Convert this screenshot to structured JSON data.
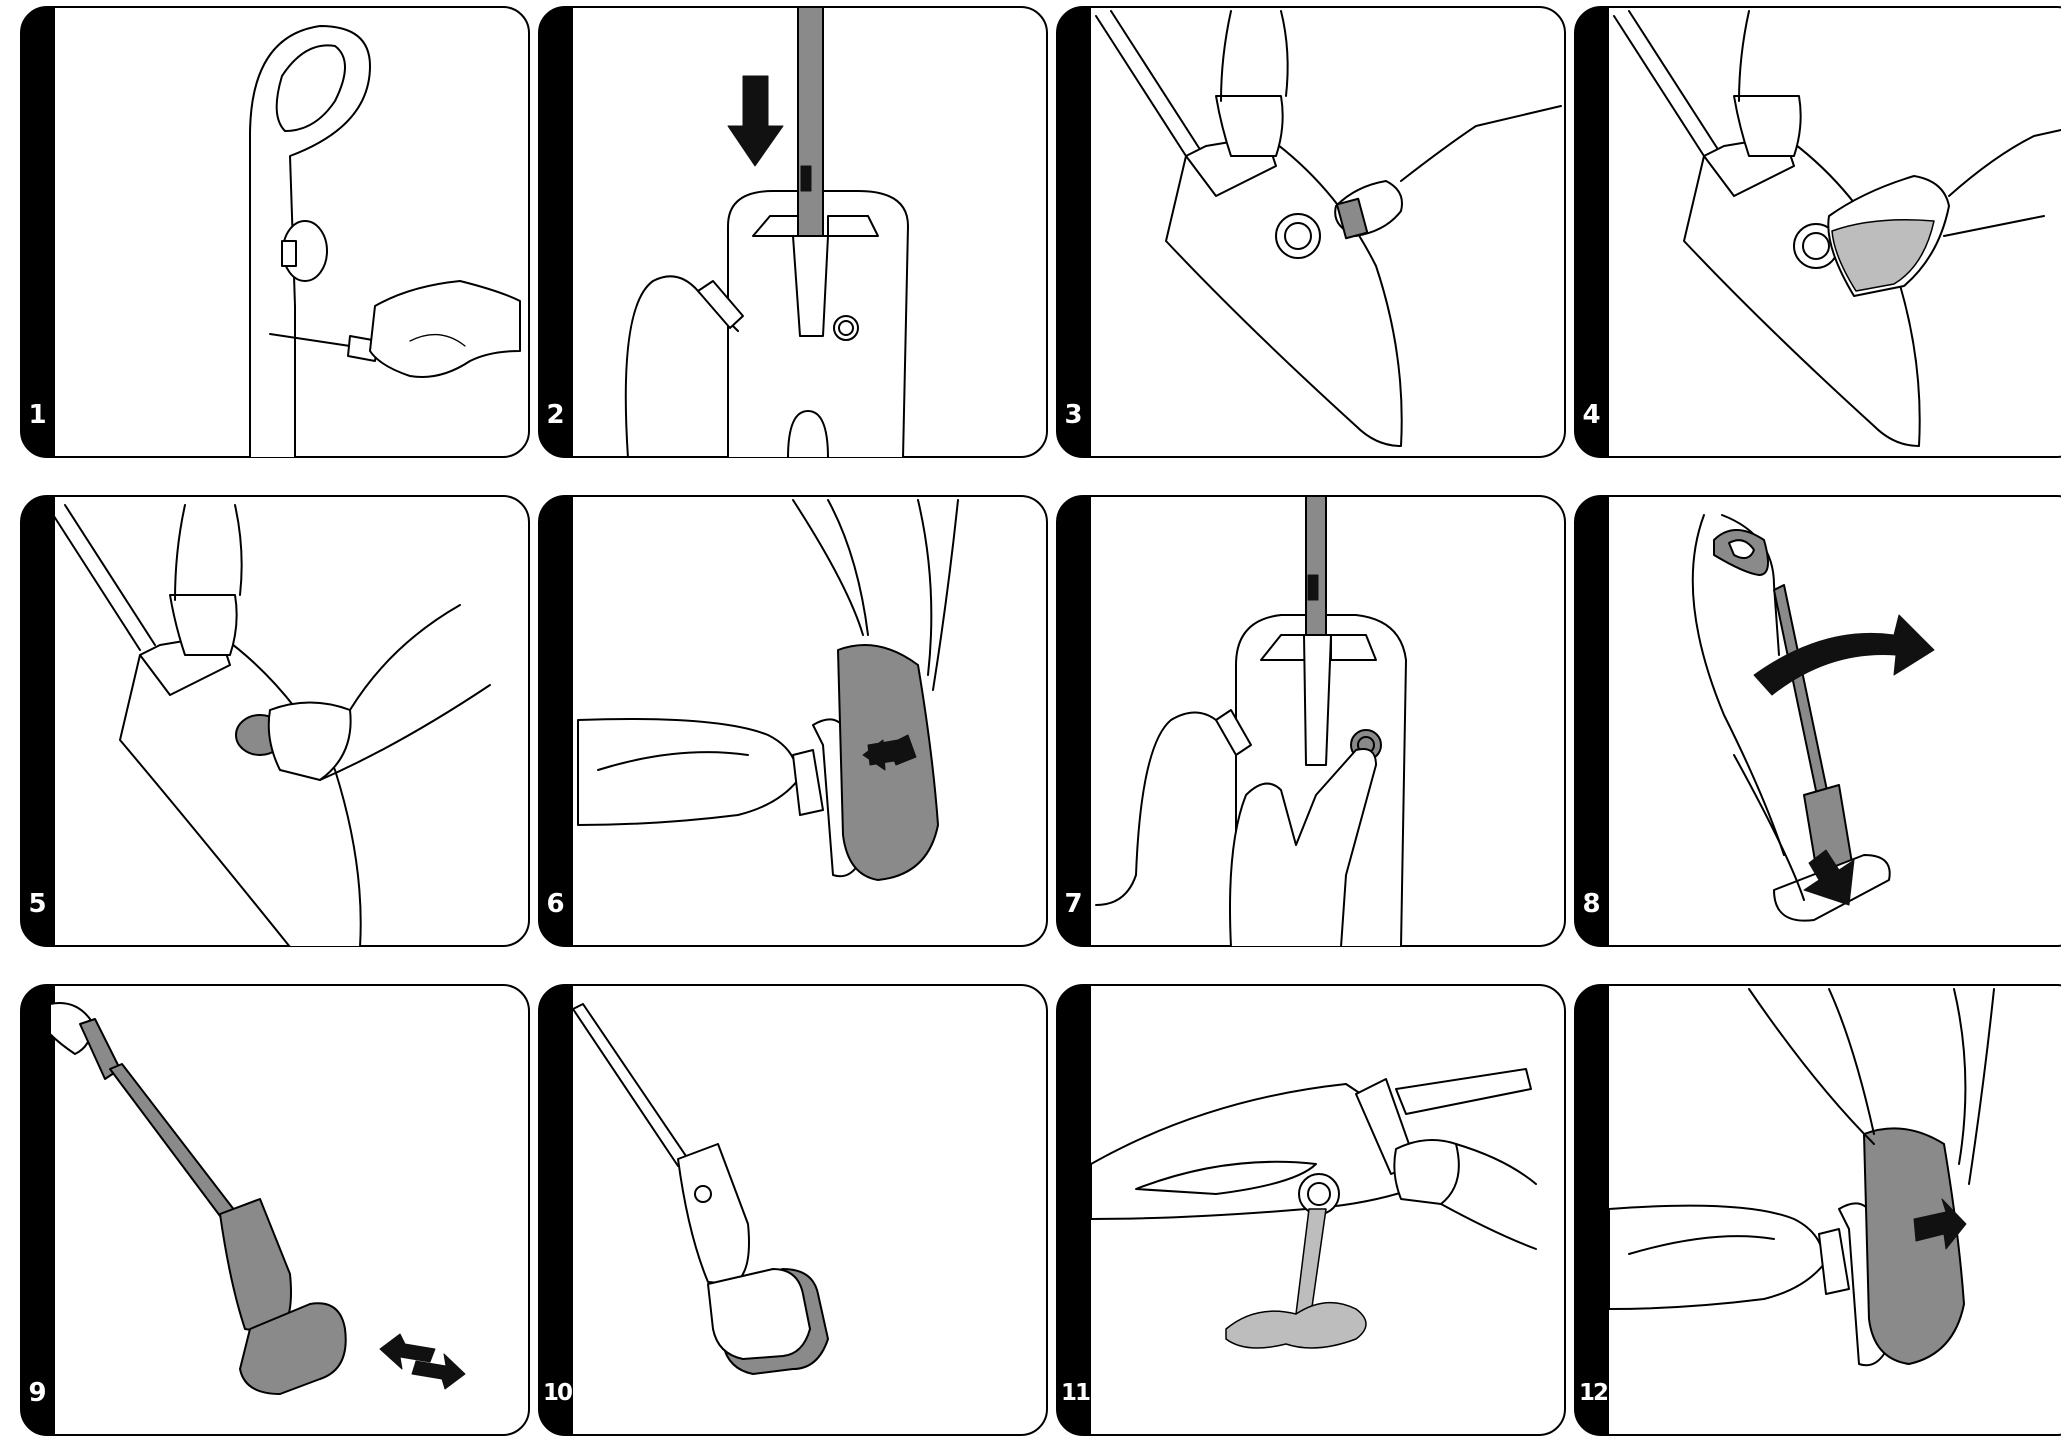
{
  "diagram": {
    "panels": [
      {
        "number": "1",
        "step": "attach-handle-screw"
      },
      {
        "number": "2",
        "step": "insert-handle-down"
      },
      {
        "number": "3",
        "step": "open-water-tank-cap"
      },
      {
        "number": "4",
        "step": "fill-water-tank"
      },
      {
        "number": "5",
        "step": "close-water-tank-cap"
      },
      {
        "number": "6",
        "step": "attach-mop-pad"
      },
      {
        "number": "7",
        "step": "press-power-button"
      },
      {
        "number": "8",
        "step": "tilt-mop-to-floor"
      },
      {
        "number": "9",
        "step": "mop-back-and-forth"
      },
      {
        "number": "10",
        "step": "mop-upright"
      },
      {
        "number": "11",
        "step": "empty-water-tank"
      },
      {
        "number": "12",
        "step": "remove-mop-pad"
      }
    ],
    "colors": {
      "ink": "#000000",
      "fill": "#8a8a8a",
      "light": "#bdbdbd",
      "paper": "#ffffff"
    }
  }
}
